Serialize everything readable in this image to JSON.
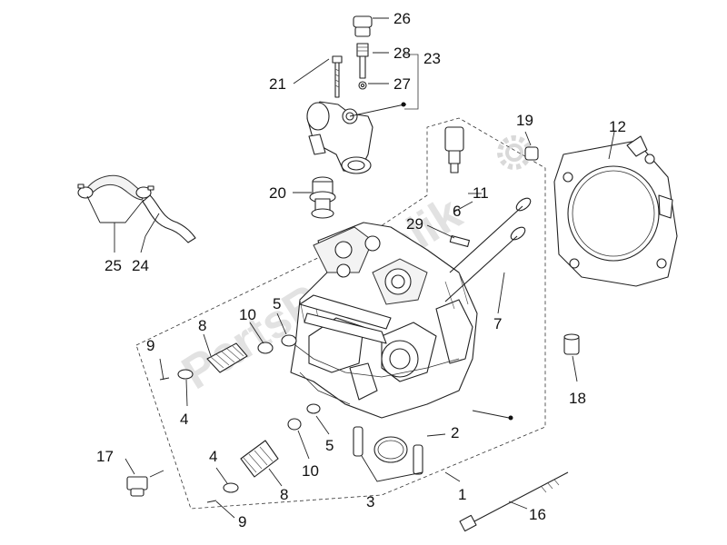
{
  "labels": {
    "l1": "1",
    "l2": "2",
    "l3": "3",
    "l4a": "4",
    "l4b": "4",
    "l5a": "5",
    "l5b": "5",
    "l6": "6",
    "l7": "7",
    "l8a": "8",
    "l8b": "8",
    "l9a": "9",
    "l9b": "9",
    "l10a": "10",
    "l10b": "10",
    "l11": "11",
    "l12": "12",
    "l16": "16",
    "l17": "17",
    "l18": "18",
    "l19": "19",
    "l20": "20",
    "l21": "21",
    "l23": "23",
    "l24": "24",
    "l25": "25",
    "l26": "26",
    "l27": "27",
    "l28": "28",
    "l29": "29"
  },
  "watermark": "PartsRepublik"
}
